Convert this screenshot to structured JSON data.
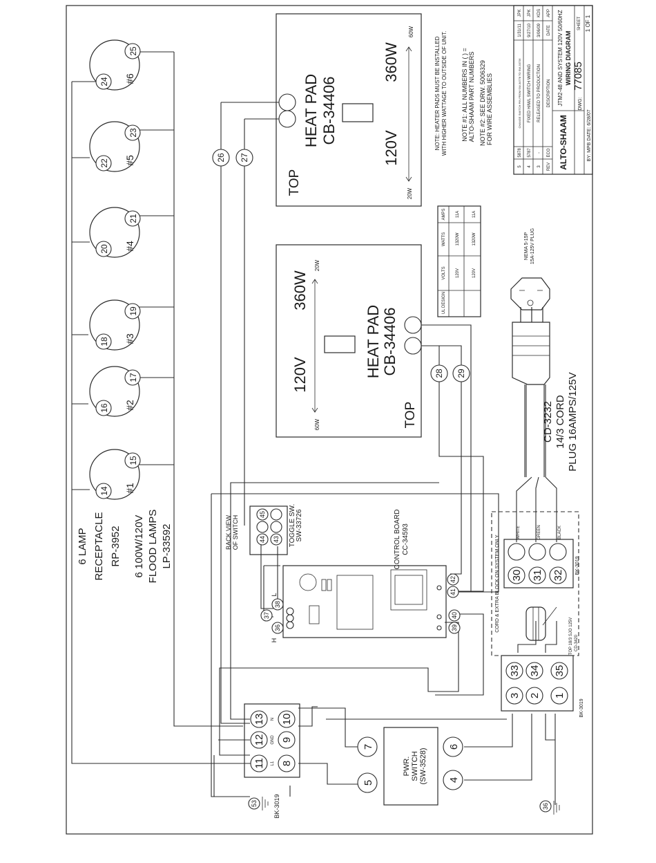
{
  "lamps": {
    "receptacle_title": "6 LAMP",
    "receptacle_line2": "RECEPTACLE",
    "receptacle_part": "RP-3952",
    "flood_line1": "6 100W/120V",
    "flood_line2": "FLOOD LAMPS",
    "flood_part": "LP-33592",
    "items": [
      {
        "label": "#1",
        "a": "14",
        "b": "15"
      },
      {
        "label": "#2",
        "a": "16",
        "b": "17"
      },
      {
        "label": "#3",
        "a": "18",
        "b": "19"
      },
      {
        "label": "#4",
        "a": "20",
        "b": "21"
      },
      {
        "label": "#5",
        "a": "22",
        "b": "23"
      },
      {
        "label": "#6",
        "a": "24",
        "b": "25"
      }
    ]
  },
  "heat_pad_upper": {
    "top": "TOP",
    "title": "HEAT PAD",
    "part": "CB-34406",
    "voltage": "120V",
    "watts": "360W",
    "w_left": "20W",
    "w_right": "60W",
    "t1": "26",
    "t2": "27"
  },
  "heat_pad_lower": {
    "top": "TOP",
    "title": "HEAT PAD",
    "part": "CB-34406",
    "voltage": "120V",
    "watts": "360W",
    "w_left": "60W",
    "w_right": "20W",
    "t1": "28",
    "t2": "29"
  },
  "switch": {
    "back_view_1": "BACK VIEW",
    "back_view_2": "OF SWITCH",
    "toggle": "TOGGLE SW.",
    "part": "SW-33726",
    "t1": "43",
    "t2": "44",
    "t3": "45"
  },
  "control_board": {
    "label": "CONTROL BOARD",
    "part": "CC-34593",
    "t36": "36",
    "t37": "37",
    "t38": "38",
    "t39": "39",
    "t40": "40",
    "t41": "41",
    "t42": "42",
    "mark_h": "H",
    "mark_l": "L"
  },
  "terminal_block_main": {
    "label": "BK-3019",
    "t8": "8",
    "t9": "9",
    "t10": "10",
    "t11": "11",
    "t12": "12",
    "t13": "13",
    "sub_l1": "L1",
    "sub_gnd": "GND",
    "sub_n": "N"
  },
  "power_switch": {
    "line1": "PWR.",
    "line2": "SWITCH",
    "line3": "(SW-3528)",
    "t4": "4",
    "t5": "5",
    "t6": "6",
    "t7": "7"
  },
  "terminal_block_right": {
    "label": "BK-3019",
    "t1": "1",
    "t2": "2",
    "t3": "3",
    "t33": "33",
    "t34": "34",
    "t35": "35"
  },
  "cord_block": {
    "dashed_label": "CORD & EXTRA BLOCK ON SYSTEM ONLY",
    "label": "BK-3019",
    "t30": "30",
    "t31": "31",
    "t32": "32",
    "wire_white": "WHITE",
    "wire_green": "GREEN",
    "wire_black": "BLACK",
    "cord_note_1": "TOP 18/3 SJO 125V",
    "cord_note_2": "CD-3420"
  },
  "cord": {
    "line1": "CD-3232",
    "line2": "14/3 CORD",
    "line3": "PLUG 16AMPS/125V",
    "plug_1": "NEMA 5-15P",
    "plug_2": "15A-125V PLUG"
  },
  "grounds": {
    "g53": "53",
    "g36": "36"
  },
  "ratings_table": {
    "headers": [
      "UL DESIGN",
      "VOLTS",
      "WATTS",
      "AMPS"
    ],
    "rows": [
      [
        "",
        "120V",
        "1320W",
        "11A"
      ],
      [
        "",
        "120V",
        "1320W",
        "11A"
      ]
    ]
  },
  "notes": {
    "n0a": "NOTE: HEATER PADS MUST BE INSTALLED",
    "n0b": "WITH HIGHER WATTAGE TO OUTSIDE OF UNIT.",
    "n1a": "NOTE #1: ALL NUMBERS IN ( ) =",
    "n1b": "ALTO-SHAAM PART NUMBERS",
    "n2a": "NOTE #2: SEE DRW. 5006329",
    "n2b": "FOR WIRE ASSEMBLIES"
  },
  "title_block": {
    "revisions": [
      {
        "rev": "5",
        "eco": "5878",
        "desc": "CHANGE SWITCH P/N FROM SW-34778 TO SW-33726",
        "date": "1/31/11",
        "app": "JPK"
      },
      {
        "rev": "4",
        "eco": "5787",
        "desc": "FIXED H/M/L SWITCH WIRING",
        "date": "9/27/10",
        "app": "JPK"
      },
      {
        "rev": "3",
        "eco": "-",
        "desc": "RELEASED TO PRODUCTION",
        "date": "3/06/09",
        "app": "KDS"
      }
    ],
    "head_rev": "REV",
    "head_eco": "ECO",
    "head_desc": "DESCRIPTION",
    "head_date": "DATE",
    "head_app": "APP",
    "company": "ALTO-SHAAM",
    "system": "JTM2-48 AND SYSTEM 120V 50/60HZ",
    "doc_title": "WIRING DIAGRAM",
    "dwg_label": "DWG:",
    "dwg_number": "77085",
    "sheet_label": "SHEET",
    "sheet_value": "1 OF 1",
    "by": "BY: MPB DATE: 6/28/07"
  }
}
